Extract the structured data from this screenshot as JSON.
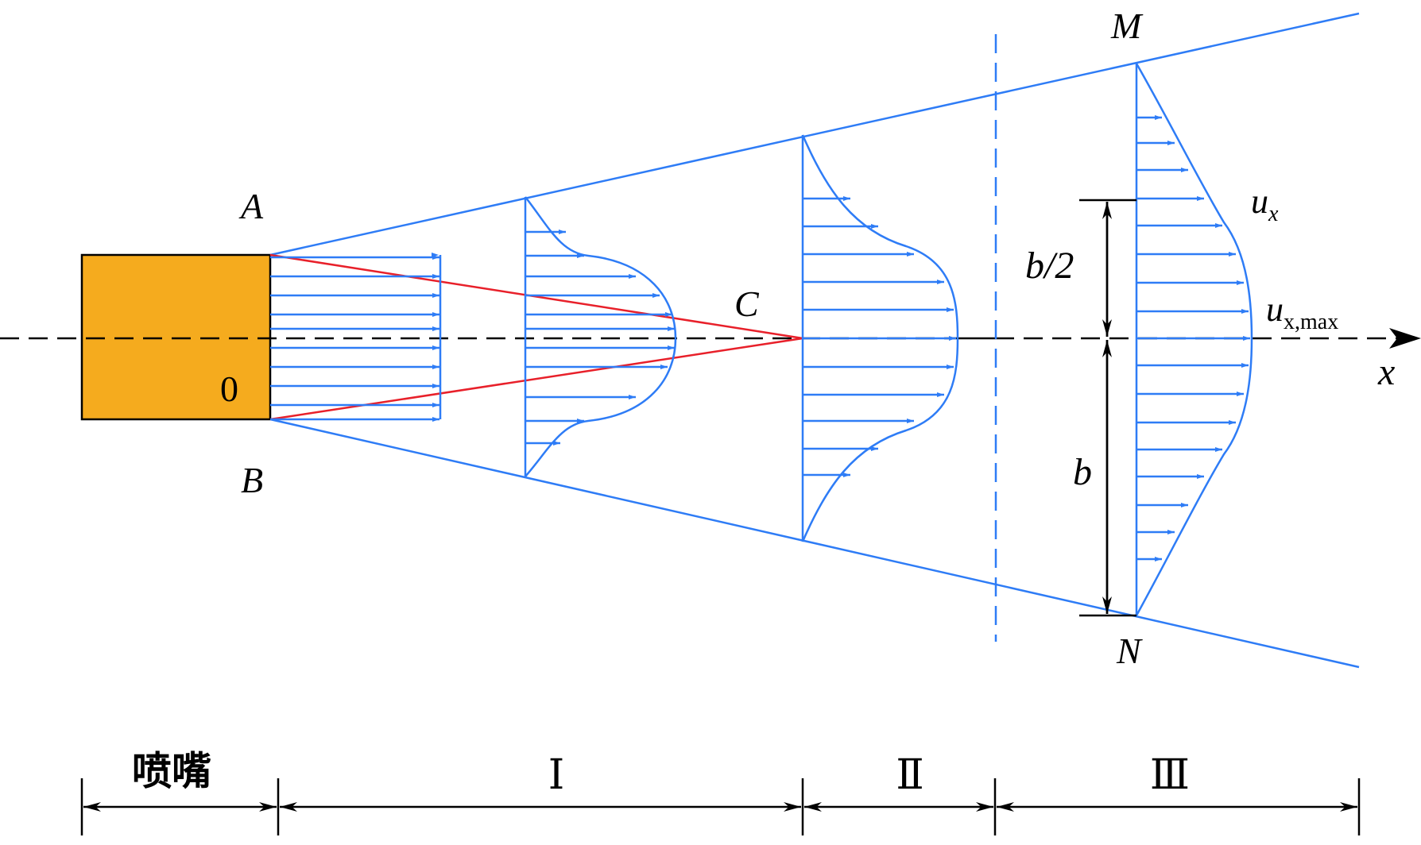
{
  "labels": {
    "A": "A",
    "B": "B",
    "C": "C",
    "M": "M",
    "N": "N",
    "origin": "0",
    "x_axis": "x",
    "ux_base": "u",
    "ux_sub": "x",
    "uxmax_base": "u",
    "uxmax_sub": "x,max",
    "half_width": "b/2",
    "width": "b"
  },
  "regions": {
    "nozzle": "喷嘴",
    "zone_1": "Ⅰ",
    "zone_2": "Ⅱ",
    "zone_3": "Ⅲ"
  },
  "colors": {
    "jet_blue": "#2e7cf6",
    "core_red": "#e8202a",
    "nozzle_fill": "#f5ab1e",
    "ink": "#000000"
  }
}
